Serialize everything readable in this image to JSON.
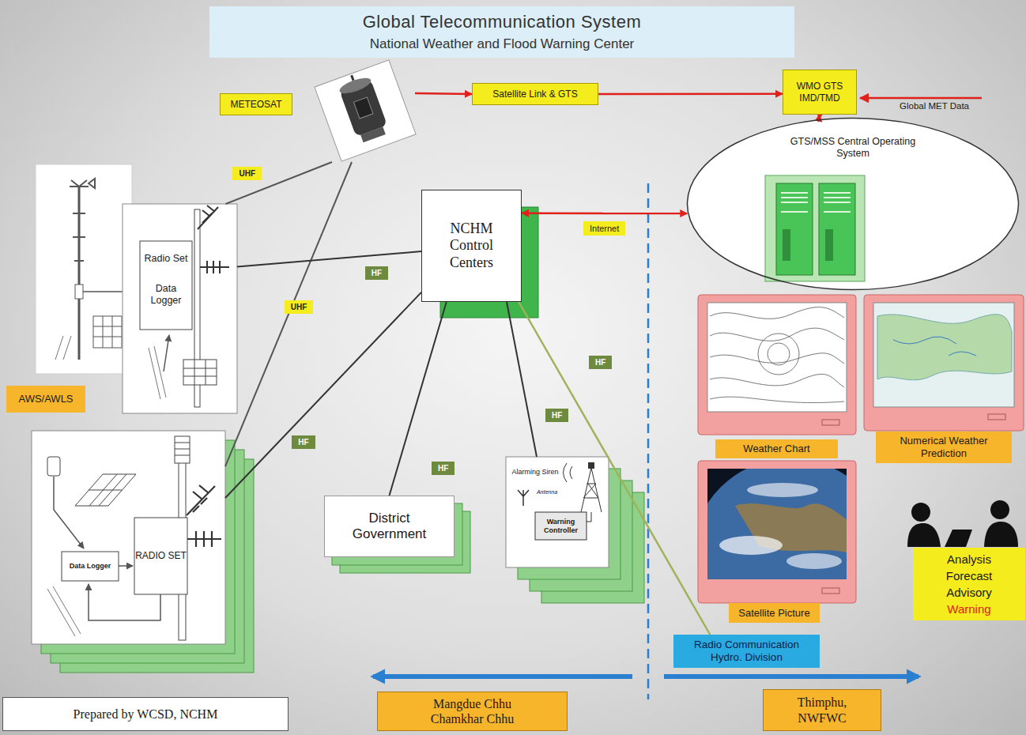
{
  "diagram": {
    "title": "Global Telecommunication System",
    "nodes": [
      {
        "text": [
          "METEOSAT"
        ]
      },
      {
        "text": [
          "Satellite Link & GTS"
        ]
      },
      {
        "text": [
          "WMO GTS IMD/TMD"
        ]
      },
      {
        "text": [
          "GTS/MSS Central Operating System"
        ]
      },
      {
        "text": [
          "NCHM Control Centers"
        ]
      },
      {
        "text": [
          "Radio Set",
          "Data Logger"
        ]
      },
      {
        "text": [
          "AWS/AWLS"
        ]
      },
      {
        "text": [
          "Data Logger",
          "RADIO SET"
        ]
      },
      {
        "text": [
          "District Government"
        ]
      },
      {
        "text": [
          "Alarming Siren",
          "Antenna",
          "Warning Controller"
        ]
      },
      {
        "text": [
          "Weather Chart"
        ]
      },
      {
        "text": [
          "Numerical Weather Prediction"
        ]
      },
      {
        "text": [
          "Satellite Picture"
        ]
      },
      {
        "text": [
          "Analysis",
          "Forecast",
          "Advisory",
          "Warning"
        ]
      },
      {
        "text": [
          "Radio Communication Hydro. Division"
        ]
      },
      {
        "text": [
          "Mangdue Chhu Chamkhar Chhu"
        ]
      },
      {
        "text": [
          "Thimphu, NWFWC"
        ]
      },
      {
        "text": [
          "Prepared by WCSD, NCHM"
        ]
      }
    ],
    "edges": [
      {
        "from": 0,
        "to": 1,
        "arrow": "to"
      },
      {
        "from": 1,
        "to": 2,
        "arrow": "to"
      },
      {
        "from": 2,
        "to": 3,
        "arrow": "both"
      },
      {
        "from": 4,
        "to": 3,
        "label": "Internet",
        "arrow": "both"
      },
      {
        "from": 5,
        "to": 0,
        "label": "UHF",
        "arrow": "none"
      },
      {
        "from": 7,
        "to": 0,
        "label": "UHF",
        "arrow": "none"
      },
      {
        "from": 4,
        "to": 5,
        "label": "HF",
        "arrow": "none"
      },
      {
        "from": 4,
        "to": 7,
        "label": "HF",
        "arrow": "none"
      },
      {
        "from": 4,
        "to": 8,
        "label": "HF",
        "arrow": "none"
      },
      {
        "from": 4,
        "to": 9,
        "label": "HF",
        "arrow": "none"
      },
      {
        "from": 4,
        "to": 14,
        "label": "HF",
        "arrow": "none"
      }
    ],
    "labels": [
      "National Weather and Flood Warning Center",
      "Global MET Data"
    ]
  }
}
